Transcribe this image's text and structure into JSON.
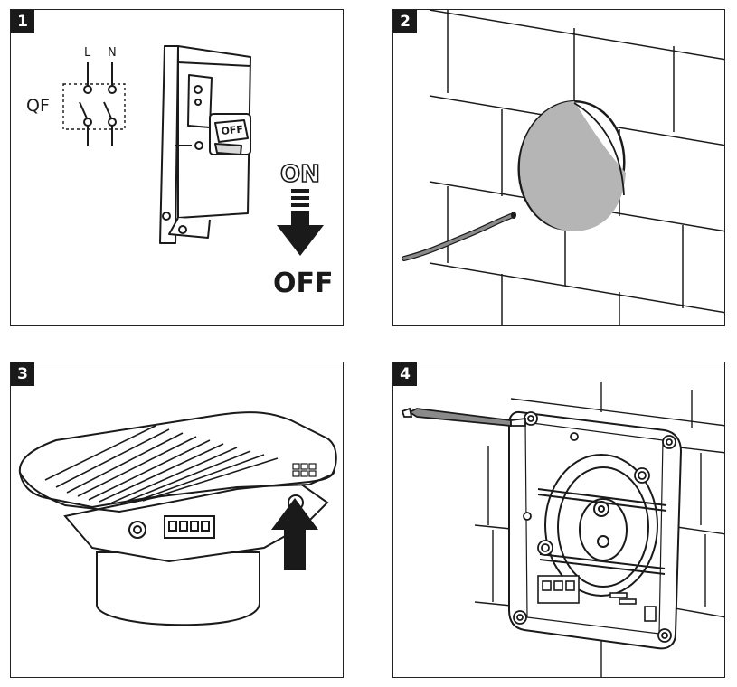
{
  "steps": [
    {
      "number": "1"
    },
    {
      "number": "2"
    },
    {
      "number": "3"
    },
    {
      "number": "4"
    }
  ],
  "step1": {
    "breaker_label": "QF",
    "line_label": "L",
    "neutral_label": "N",
    "switch_text": "OFF",
    "on_label": "ON",
    "off_label": "OFF"
  },
  "colors": {
    "line": "#1a1a1a",
    "duct_fill": "#b5b5b5",
    "cable": "#8a8a8a"
  }
}
